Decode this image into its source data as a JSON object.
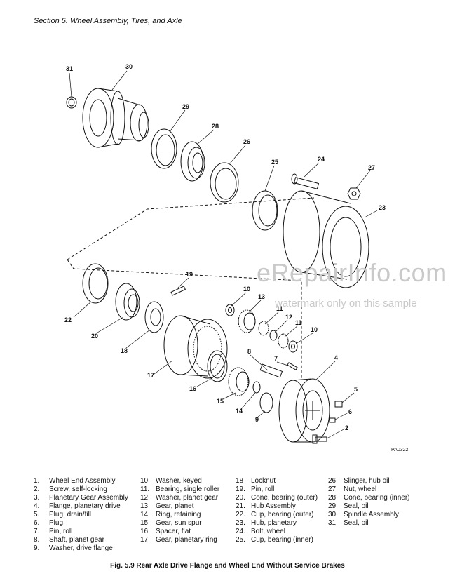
{
  "header": {
    "section_title": "Section 5.  Wheel Assembly, Tires, and Axle"
  },
  "figure": {
    "caption": "Fig. 5.9 Rear Axle Drive Flange and Wheel End Without Service Brakes",
    "doc_id": "PA0322",
    "callouts": [
      "31",
      "30",
      "29",
      "28",
      "26",
      "25",
      "24",
      "27",
      "23",
      "19",
      "10",
      "13",
      "11",
      "12",
      "11",
      "10",
      "22",
      "20",
      "18",
      "17",
      "16",
      "15",
      "14",
      "9",
      "8",
      "7",
      "4",
      "5",
      "6",
      "2"
    ]
  },
  "watermark": {
    "main": "eRepairInfo.com",
    "sub": "watermark only on this sample"
  },
  "legend": [
    [
      {
        "num": "1.",
        "label": "Wheel  End Assembly"
      },
      {
        "num": "2.",
        "label": "Screw, self-locking"
      },
      {
        "num": "3.",
        "label": "Planetary Gear Assembly"
      },
      {
        "num": "4.",
        "label": "Flange, planetary drive"
      },
      {
        "num": "5.",
        "label": "Plug, drain/fill"
      },
      {
        "num": "6.",
        "label": "Plug"
      },
      {
        "num": "7.",
        "label": "Pin, roll"
      },
      {
        "num": "8.",
        "label": "Shaft, planet gear"
      },
      {
        "num": "9.",
        "label": "Washer, drive flange"
      }
    ],
    [
      {
        "num": "10.",
        "label": "Washer, keyed"
      },
      {
        "num": "11.",
        "label": "Bearing, single roller"
      },
      {
        "num": "12.",
        "label": "Washer, planet gear"
      },
      {
        "num": "13.",
        "label": "Gear, planet"
      },
      {
        "num": "14.",
        "label": "Ring, retaining"
      },
      {
        "num": "15.",
        "label": "Gear, sun spur"
      },
      {
        "num": "16.",
        "label": "Spacer, flat"
      },
      {
        "num": "17.",
        "label": "Gear, planetary  ring"
      }
    ],
    [
      {
        "num": "18",
        "label": "Locknut"
      },
      {
        "num": "19.",
        "label": "Pin, roll"
      },
      {
        "num": "20.",
        "label": "Cone, bearing (outer)"
      },
      {
        "num": "21.",
        "label": "Hub Assembly"
      },
      {
        "num": "22.",
        "label": "Cup, bearing (outer)"
      },
      {
        "num": "23.",
        "label": "Hub, planetary"
      },
      {
        "num": "24.",
        "label": "Bolt, wheel"
      },
      {
        "num": "25.",
        "label": "Cup, bearing (inner)"
      }
    ],
    [
      {
        "num": "26.",
        "label": "Slinger, hub oil"
      },
      {
        "num": "27.",
        "label": "Nut, wheel"
      },
      {
        "num": "28.",
        "label": "Cone, bearing (inner)"
      },
      {
        "num": "29.",
        "label": "Seal, oil"
      },
      {
        "num": "30.",
        "label": "Spindle Assembly"
      },
      {
        "num": "31.",
        "label": "Seal, oil"
      }
    ]
  ]
}
